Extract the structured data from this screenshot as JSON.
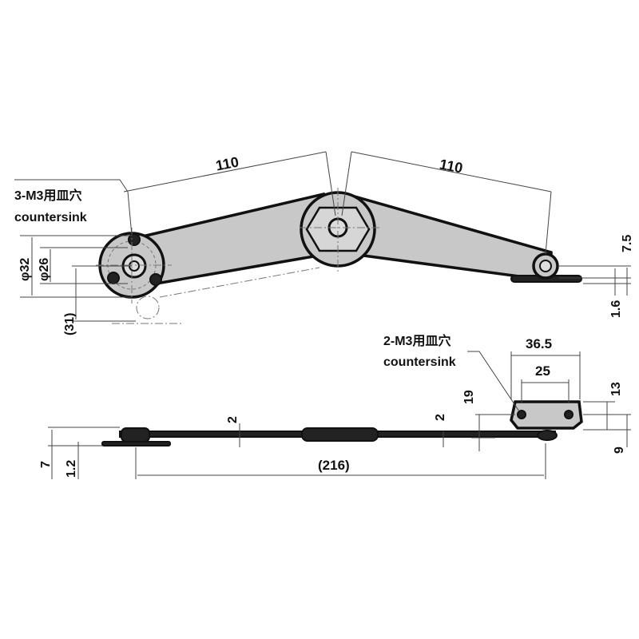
{
  "drawing": {
    "top_view": {
      "arm_left_length": "110",
      "arm_right_length": "110",
      "countersink_left_jp": "3-M3用皿穴",
      "countersink_left_en": "countersink",
      "disc_outer_dia": "φ32",
      "disc_inner_dia": "φ26",
      "pivot_offset": "(31)",
      "right_pivot_height": "7.5",
      "plate_thickness": "1.6"
    },
    "side_view": {
      "countersink_right_jp": "2-M3用皿穴",
      "countersink_right_en": "countersink",
      "bracket_width": "36.5",
      "hole_spacing": "25",
      "bracket_height": "13",
      "bracket_offset": "19",
      "bar_thickness_mid": "2",
      "bar_thickness_left": "2",
      "bracket_base": "9",
      "left_height": "7",
      "left_plate": "1.2",
      "overall_length": "(216)"
    },
    "colors": {
      "part_fill": "#c8c8c8",
      "line": "#111111"
    }
  }
}
